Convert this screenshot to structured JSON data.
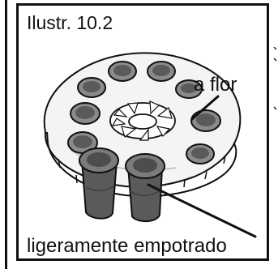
{
  "figure": {
    "caption": "Ilustr. 10.2",
    "label_flush": "a flor",
    "label_recessed": "ligeramente empotrado"
  },
  "colors": {
    "ink": "#111111",
    "cylinder_fill": "#f4f4f4",
    "chamber_dark": "#5a5a5a",
    "chamber_medium": "#8a8a8a"
  },
  "icons": {
    "illustration": "revolver-cylinder-illustration"
  }
}
